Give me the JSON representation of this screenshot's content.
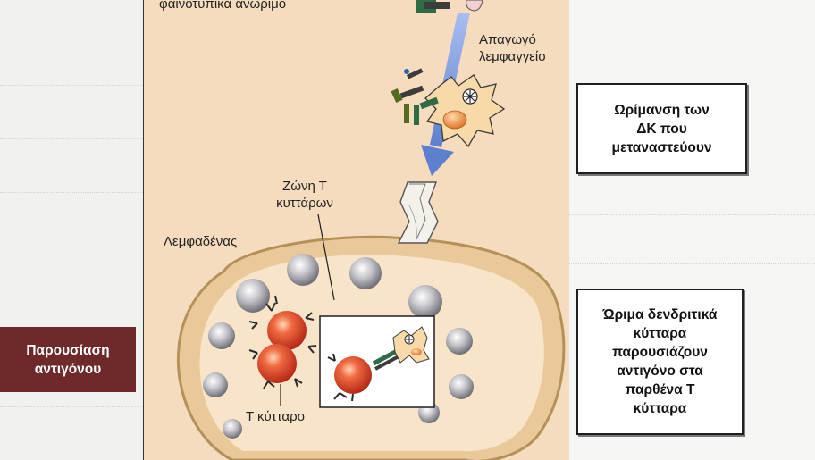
{
  "labels": {
    "top_partial": "φαινοτυπικά ανώριμο",
    "afferent_lymph": [
      "Απαγωγό",
      "λεμφαγγείο"
    ],
    "t_cell_zone": [
      "Ζώνη Τ",
      "κυττάρων"
    ],
    "lymph_node": "Λεμφαδένας",
    "t_cell": "Τ κύτταρο"
  },
  "callouts": {
    "migration": [
      "Ωρίμανση των",
      "ΔΚ που",
      "μεταναστεύουν"
    ],
    "presentation": [
      "Ώριμα δενδριτικά",
      "κύτταρα",
      "παρουσιάζουν",
      "αντιγόνο στα",
      "παρθένα Τ",
      "κύτταρα"
    ]
  },
  "side_tab": [
    "Παρουσίαση",
    "αντιγόνου"
  ],
  "colors": {
    "panel_bg": "#f6dcbf",
    "node_fill": "#e9c99a",
    "node_border": "#b5915a",
    "t_cell_red": "#d9452a",
    "arrow_blue": "#6f8fd6",
    "tab_maroon": "#6e2a2a"
  }
}
